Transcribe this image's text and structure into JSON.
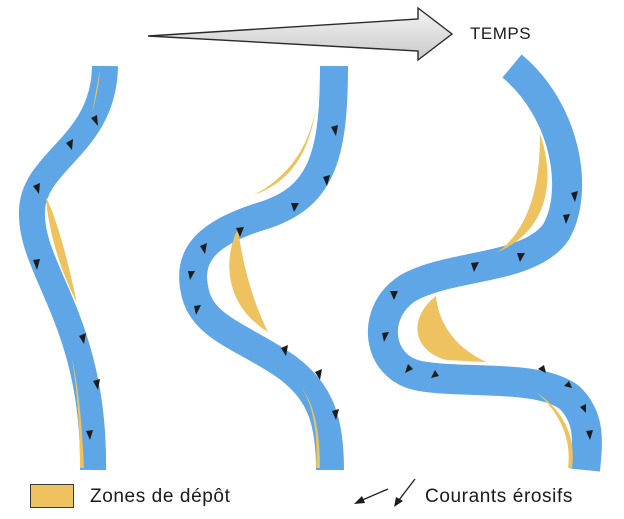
{
  "time_label": "TEMPS",
  "legend": {
    "deposit_label": "Zones de dépôt",
    "current_label": "Courants  érosifs"
  },
  "colors": {
    "river": "#5EA6E6",
    "deposit": "#EDC25F",
    "arrow": "#1c1c1c",
    "time_arrow_fill": "#e2e2e2",
    "outline": "#2a2a2a"
  },
  "stages": [
    "stage-1",
    "stage-2",
    "stage-3"
  ]
}
